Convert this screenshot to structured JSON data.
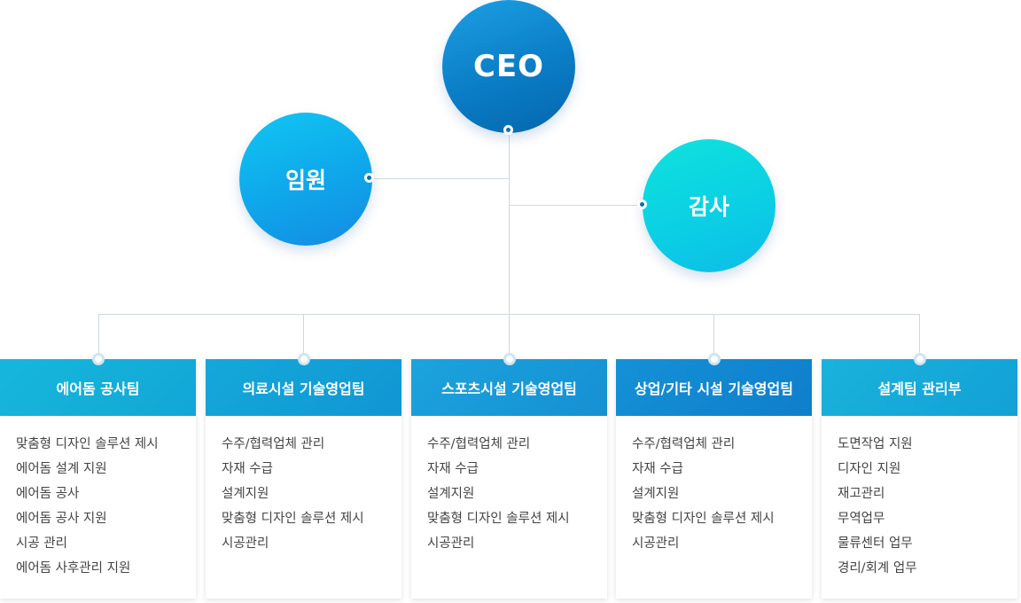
{
  "nodes": {
    "ceo": "CEO",
    "executives": "임원",
    "audit": "감사"
  },
  "colors": {
    "line": "#cfd8df",
    "team_head_1": "#15b2d9",
    "team_head_2": "#139dd6",
    "team_head_3": "#1a9ad8",
    "team_head_4": "#1187d0",
    "team_head_5": "#17acd8"
  },
  "teams": [
    {
      "name": "에어돔 공사팀",
      "items": [
        "맞춤형 디자인 솔루션 제시",
        "에어돔 설계 지원",
        "에어돔 공사",
        "에어돔 공사 지원",
        "시공 관리",
        "에어돔 사후관리 지원"
      ]
    },
    {
      "name": "의료시설 기술영업팀",
      "items": [
        "수주/협력업체 관리",
        "자재 수급",
        "설계지원",
        "맞춤형 디자인 솔루션 제시",
        "시공관리"
      ]
    },
    {
      "name": "스포츠시설 기술영업팀",
      "items": [
        "수주/협력업체 관리",
        "자재 수급",
        "설계지원",
        "맞춤형 디자인 솔루션 제시",
        "시공관리"
      ]
    },
    {
      "name": "상업/기타 시설 기술영업팀",
      "items": [
        "수주/협력업체 관리",
        "자재 수급",
        "설계지원",
        "맞춤형 디자인 솔루션 제시",
        "시공관리"
      ]
    },
    {
      "name": "설계팀 관리부",
      "items": [
        "도면작업 지원",
        "디자인 지원",
        "재고관리",
        "무역업무",
        "물류센터 업무",
        "경리/회계 업무"
      ]
    }
  ]
}
